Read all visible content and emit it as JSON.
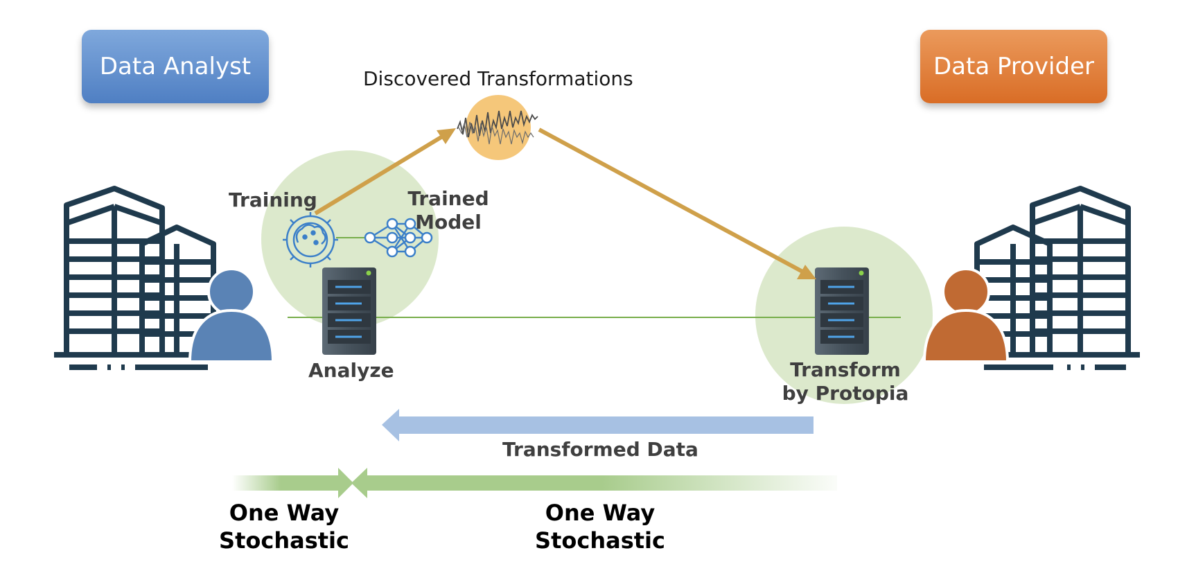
{
  "roles": {
    "analyst": {
      "label": "Data Analyst",
      "color": "#5b8bd0"
    },
    "provider": {
      "label": "Data Provider",
      "color": "#e07b35"
    }
  },
  "labels": {
    "discovered": "Discovered Transformations",
    "training": "Training",
    "trained_model_line1": "Trained",
    "trained_model_line2": "Model",
    "analyze": "Analyze",
    "transform_line1": "Transform",
    "transform_line2": "by Protopia",
    "transformed_data": "Transformed Data",
    "left_arrow_line1": "One Way",
    "left_arrow_line2": "Stochastic",
    "right_arrow_line1": "One Way",
    "right_arrow_line2": "Stochastic"
  },
  "icons": {
    "buildings_left": "office-buildings-icon",
    "buildings_right": "office-buildings-icon",
    "person_left": "person-icon",
    "person_right": "person-icon",
    "server_left": "server-icon",
    "server_right": "server-icon",
    "brain_gear": "brain-gear-icon",
    "neural_net": "neural-network-icon",
    "noise_wave": "noise-wave-icon"
  },
  "colors": {
    "building": "#1f3a4d",
    "circle": "#dce9cc",
    "gold_arrow": "#cfa04a",
    "green_line": "#77ad4a",
    "blue_arrow": "#a7c1e3",
    "green_arrow": "#a8cc8c",
    "noise_circle": "#f5c77a"
  }
}
